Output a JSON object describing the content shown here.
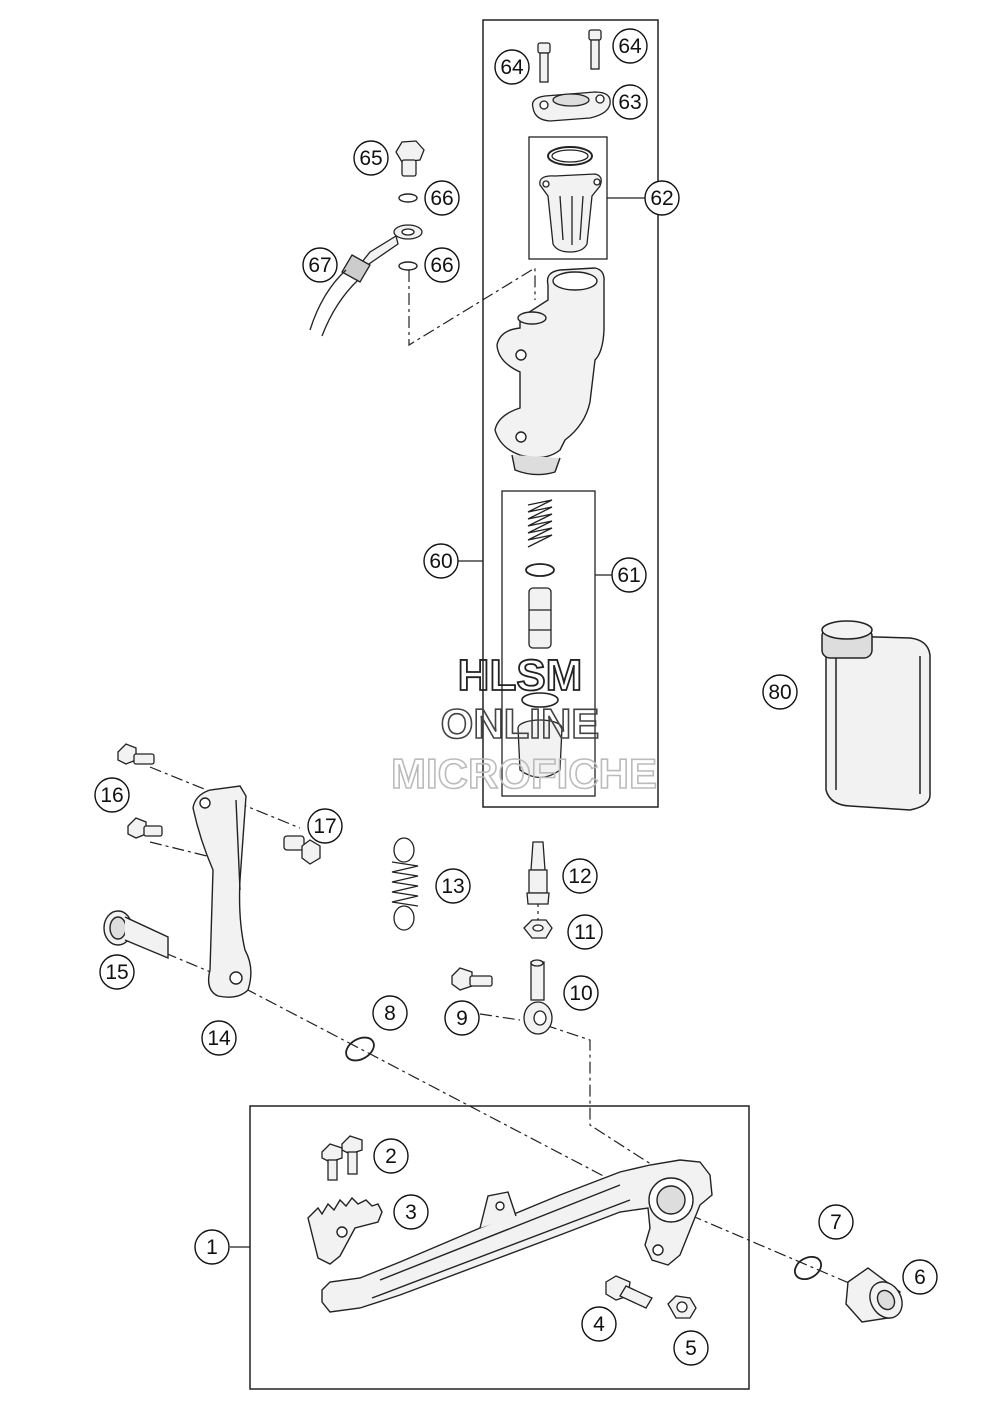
{
  "watermark": {
    "line1": "HLSM",
    "line2": "ONLINE",
    "line3": "MICROFICHE"
  },
  "callouts": {
    "c1": "1",
    "c2": "2",
    "c3": "3",
    "c4": "4",
    "c5": "5",
    "c6": "6",
    "c7": "7",
    "c8": "8",
    "c9": "9",
    "c10": "10",
    "c11": "11",
    "c12": "12",
    "c13": "13",
    "c14": "14",
    "c15": "15",
    "c16": "16",
    "c17": "17",
    "c60": "60",
    "c61": "61",
    "c62": "62",
    "c63": "63",
    "c64a": "64",
    "c64b": "64",
    "c65": "65",
    "c66a": "66",
    "c66b": "66",
    "c67": "67",
    "c80": "80"
  },
  "colors": {
    "line": "#222222",
    "part_fill": "#f4f4f4",
    "shade": "#cfcfcf"
  }
}
